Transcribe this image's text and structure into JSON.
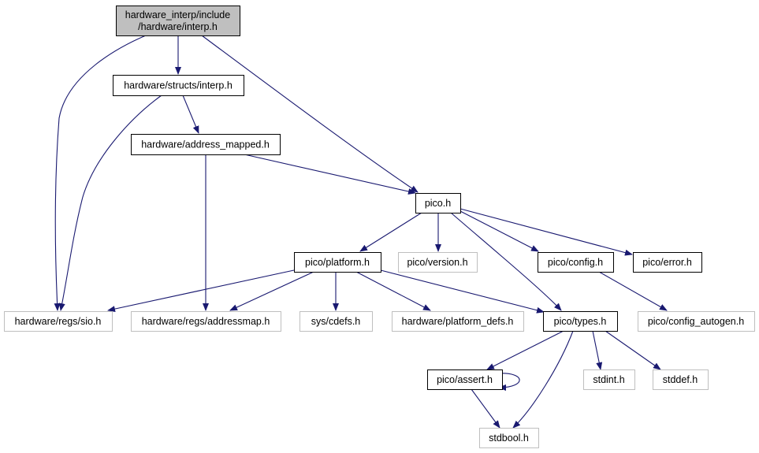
{
  "nodes": [
    {
      "id": "interp",
      "label_lines": [
        "hardware_interp/include",
        "/hardware/interp.h"
      ],
      "style": "root"
    },
    {
      "id": "structs_interp",
      "label_lines": [
        "hardware/structs/interp.h"
      ],
      "style": "normal"
    },
    {
      "id": "address_mapped",
      "label_lines": [
        "hardware/address_mapped.h"
      ],
      "style": "normal"
    },
    {
      "id": "pico",
      "label_lines": [
        "pico.h"
      ],
      "style": "normal"
    },
    {
      "id": "platform",
      "label_lines": [
        "pico/platform.h"
      ],
      "style": "normal"
    },
    {
      "id": "version",
      "label_lines": [
        "pico/version.h"
      ],
      "style": "missing"
    },
    {
      "id": "config",
      "label_lines": [
        "pico/config.h"
      ],
      "style": "normal"
    },
    {
      "id": "error",
      "label_lines": [
        "pico/error.h"
      ],
      "style": "normal"
    },
    {
      "id": "regs_sio",
      "label_lines": [
        "hardware/regs/sio.h"
      ],
      "style": "missing"
    },
    {
      "id": "addressmap",
      "label_lines": [
        "hardware/regs/addressmap.h"
      ],
      "style": "missing"
    },
    {
      "id": "cdefs",
      "label_lines": [
        "sys/cdefs.h"
      ],
      "style": "missing"
    },
    {
      "id": "platform_defs",
      "label_lines": [
        "hardware/platform_defs.h"
      ],
      "style": "missing"
    },
    {
      "id": "types",
      "label_lines": [
        "pico/types.h"
      ],
      "style": "normal"
    },
    {
      "id": "config_autogen",
      "label_lines": [
        "pico/config_autogen.h"
      ],
      "style": "missing"
    },
    {
      "id": "assert",
      "label_lines": [
        "pico/assert.h"
      ],
      "style": "normal"
    },
    {
      "id": "stdint",
      "label_lines": [
        "stdint.h"
      ],
      "style": "missing"
    },
    {
      "id": "stddef",
      "label_lines": [
        "stddef.h"
      ],
      "style": "missing"
    },
    {
      "id": "stdbool",
      "label_lines": [
        "stdbool.h"
      ],
      "style": "missing"
    }
  ],
  "edges": [
    {
      "from": "interp",
      "to": "structs_interp"
    },
    {
      "from": "interp",
      "to": "regs_sio"
    },
    {
      "from": "interp",
      "to": "pico"
    },
    {
      "from": "structs_interp",
      "to": "regs_sio"
    },
    {
      "from": "structs_interp",
      "to": "address_mapped"
    },
    {
      "from": "address_mapped",
      "to": "addressmap"
    },
    {
      "from": "address_mapped",
      "to": "pico"
    },
    {
      "from": "pico",
      "to": "platform"
    },
    {
      "from": "pico",
      "to": "version"
    },
    {
      "from": "pico",
      "to": "types"
    },
    {
      "from": "pico",
      "to": "config"
    },
    {
      "from": "pico",
      "to": "error"
    },
    {
      "from": "platform",
      "to": "regs_sio"
    },
    {
      "from": "platform",
      "to": "addressmap"
    },
    {
      "from": "platform",
      "to": "cdefs"
    },
    {
      "from": "platform",
      "to": "platform_defs"
    },
    {
      "from": "platform",
      "to": "types"
    },
    {
      "from": "config",
      "to": "config_autogen"
    },
    {
      "from": "types",
      "to": "assert"
    },
    {
      "from": "types",
      "to": "stdbool"
    },
    {
      "from": "types",
      "to": "stdint"
    },
    {
      "from": "types",
      "to": "stddef"
    },
    {
      "from": "assert",
      "to": "stdbool"
    },
    {
      "from": "assert",
      "to": "assert"
    }
  ],
  "colors": {
    "edge": "#191970",
    "node_border": "#000000",
    "missing_border": "#bfbfbf",
    "root_fill": "#bfbfbf",
    "text": "#000000"
  }
}
